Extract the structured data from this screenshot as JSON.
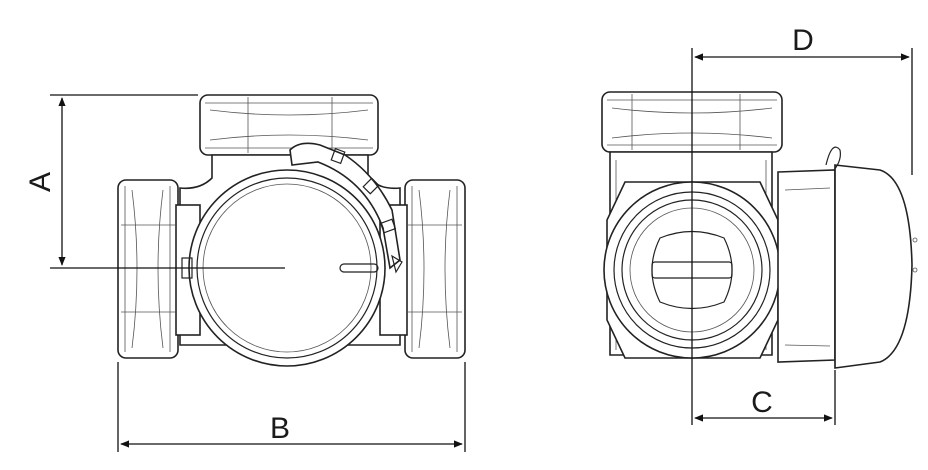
{
  "dimensions": {
    "a": "A",
    "b": "B",
    "c": "C",
    "d": "D"
  },
  "colors": {
    "line": "#222222",
    "background": "#ffffff"
  }
}
